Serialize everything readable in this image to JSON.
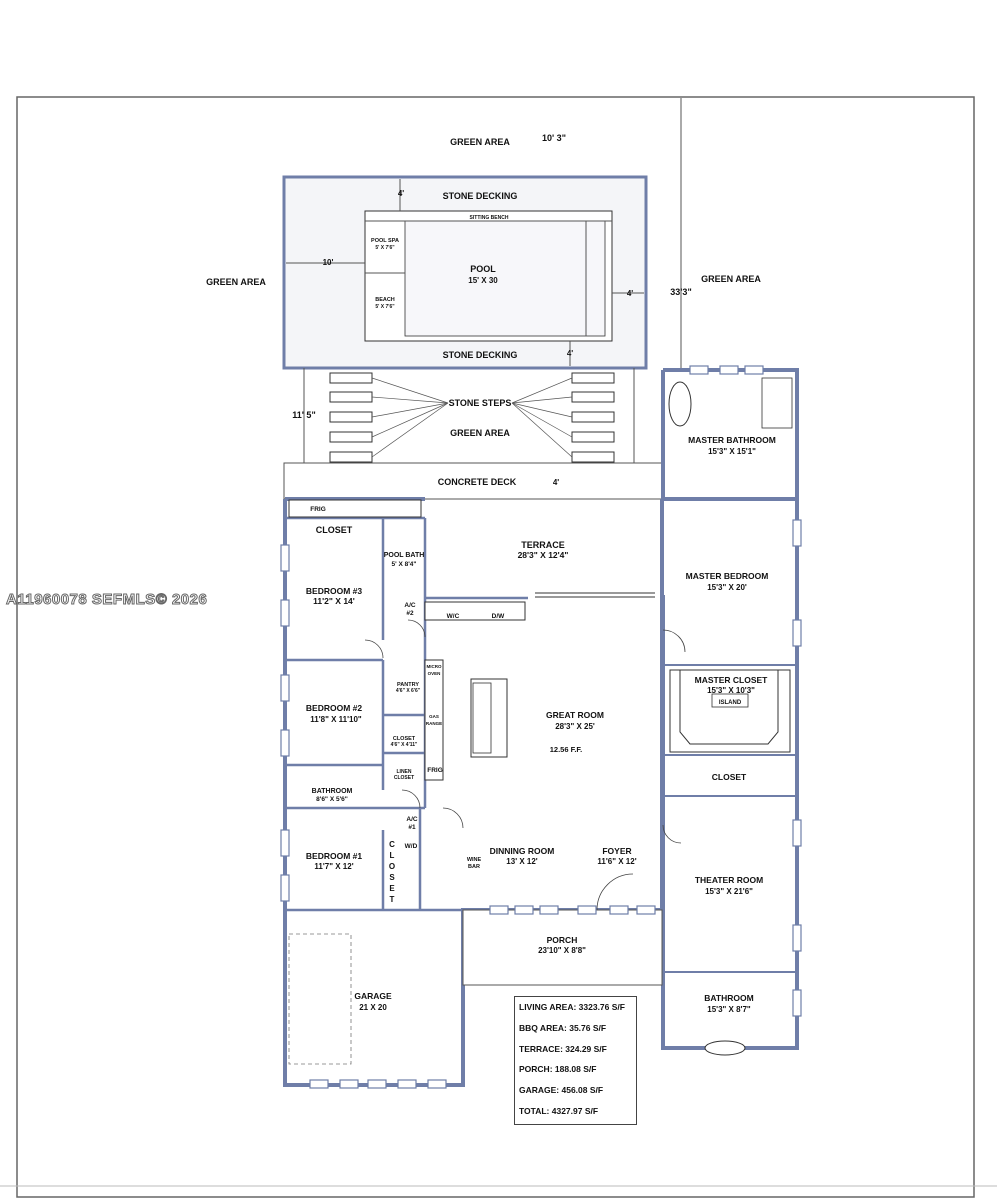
{
  "watermark": "A11960078  SEFMLS© 2026",
  "outdoor": {
    "green_area_top": "GREEN AREA",
    "green_area_left": "GREEN AREA",
    "green_area_right": "GREEN AREA",
    "green_area_mid": "GREEN AREA",
    "dim_top": "10' 3\"",
    "dim_right": "33'3\"",
    "dim_left_steps": "11' 5\"",
    "stone_decking_top": "STONE DECKING",
    "stone_decking_bottom": "STONE DECKING",
    "dim_deck_top": "4'",
    "dim_deck_left": "10'",
    "dim_deck_right": "4'",
    "dim_deck_bottom": "4'",
    "sitting_bench": "SITTING BENCH",
    "pool_spa": "POOL SPA",
    "pool_spa_dim": "5' X 7'6\"",
    "beach": "BEACH",
    "beach_dim": "5' X 7'6\"",
    "pool": "POOL",
    "pool_dim": "15' X 30",
    "stone_steps": "STONE STEPS",
    "concrete_deck": "CONCRETE DECK",
    "concrete_deck_dim": "4'"
  },
  "rooms": {
    "frig_top": "FRIG",
    "closet_b3": "CLOSET",
    "pool_bath": "POOL BATH",
    "pool_bath_dim": "5' X 8'4\"",
    "terrace": "TERRACE",
    "terrace_dim": "28'3\" X 12'4\"",
    "bedroom3": "BEDROOM #3",
    "bedroom3_dim": "11'2\" X 14'",
    "ac2": "A/C",
    "ac2_num": "#2",
    "wc": "W/C",
    "dw": "D/W",
    "master_bathroom": "MASTER BATHROOM",
    "master_bathroom_dim": "15'3\" X 15'1\"",
    "master_bedroom": "MASTER BEDROOM",
    "master_bedroom_dim": "15'3\" X 20'",
    "pantry": "PANTRY",
    "pantry_dim": "4'6\" X 6'6\"",
    "micro": "MICRO",
    "oven": "OVEN",
    "master_closet": "MASTER CLOSET",
    "master_closet_dim": "15'3\" X 10'3\"",
    "island": "ISLAND",
    "bedroom2": "BEDROOM #2",
    "bedroom2_dim": "11'8\" X 11'10\"",
    "gas": "GAS",
    "range": "RANGE",
    "great_room": "GREAT ROOM",
    "great_room_dim": "28'3\" X 25'",
    "great_room_ff": "12.56 F.F.",
    "closet_mid": "CLOSET",
    "closet_mid_dim": "4'6\" X 4'11\"",
    "linen": "LINEN",
    "linen2": "CLOSET",
    "frig_mid": "FRIG",
    "closet_master": "CLOSET",
    "bathroom_b2": "BATHROOM",
    "bathroom_b2_dim": "8'6\" X 5'6\"",
    "ac1": "A/C",
    "ac1_num": "#1",
    "wd": "W/D",
    "closet_vertical": [
      "C",
      "L",
      "O",
      "S",
      "E",
      "T"
    ],
    "bedroom1": "BEDROOM #1",
    "bedroom1_dim": "11'7\" X 12'",
    "dinning_room": "DINNING ROOM",
    "dinning_room_dim": "13' X 12'",
    "wine": "WINE",
    "bar": "BAR",
    "foyer": "FOYER",
    "foyer_dim": "11'6\" X 12'",
    "theater_room": "THEATER ROOM",
    "theater_room_dim": "15'3\" X 21'6\"",
    "porch": "PORCH",
    "porch_dim": "23'10\" X 8'8\"",
    "garage": "GARAGE",
    "garage_dim": "21 X 20",
    "bathroom_theater": "BATHROOM",
    "bathroom_theater_dim": "15'3\" X 8'7\""
  },
  "area_table": [
    "LIVING AREA: 3323.76 S/F",
    "BBQ AREA: 35.76 S/F",
    "TERRACE: 324.29 S/F",
    "PORCH: 188.08 S/F",
    "GARAGE: 456.08 S/F",
    "TOTAL: 4327.97 S/F"
  ],
  "colors": {
    "wall": "#6f7ea8",
    "line": "#333333"
  }
}
